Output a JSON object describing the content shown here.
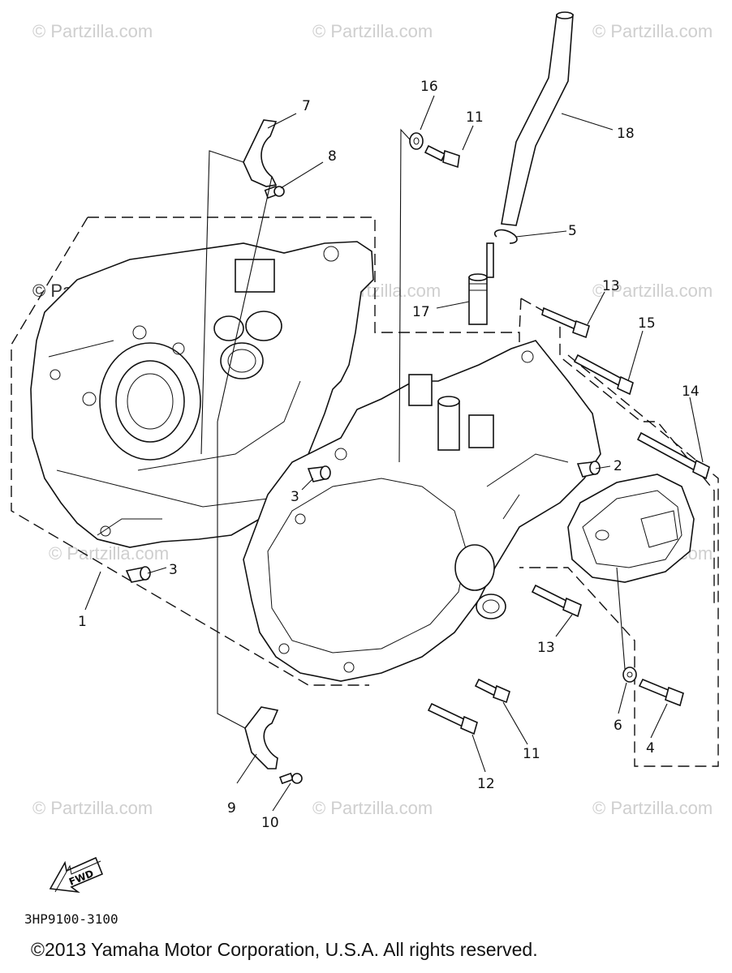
{
  "watermark": "© Partzilla.com",
  "callouts": {
    "c1": "1",
    "c2": "2",
    "c3a": "3",
    "c3b": "3",
    "c4": "4",
    "c5": "5",
    "c6": "6",
    "c7": "7",
    "c8": "8",
    "c9": "9",
    "c10": "10",
    "c11a": "11",
    "c11b": "11",
    "c12": "12",
    "c13a": "13",
    "c13b": "13",
    "c14": "14",
    "c15": "15",
    "c16": "16",
    "c17": "17",
    "c18": "18"
  },
  "fwd_label": "FWD",
  "diagram_code": "3HP9100-3100",
  "copyright": "©2013  Yamaha Motor Corporation, U.S.A. All rights reserved."
}
